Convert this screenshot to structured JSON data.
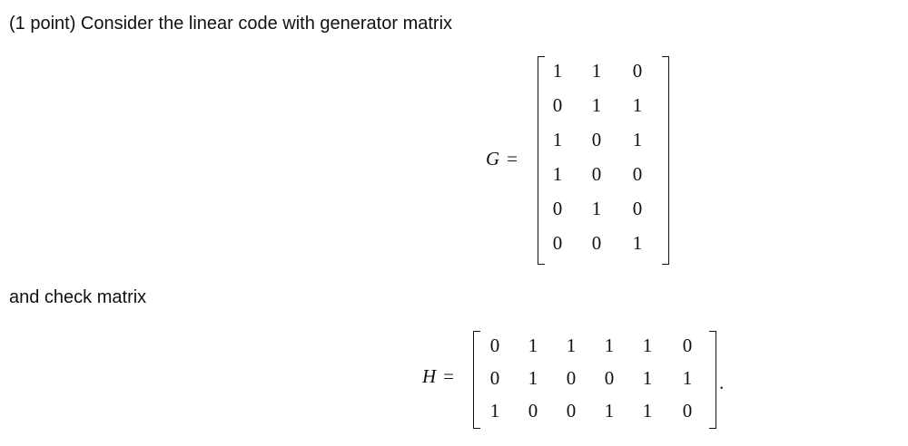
{
  "problem": {
    "intro": "(1 point) Consider the linear code with generator matrix",
    "between": "and check matrix"
  },
  "G": {
    "symbol": "G",
    "equals": "=",
    "rows": [
      [
        "1",
        "1",
        "0"
      ],
      [
        "0",
        "1",
        "1"
      ],
      [
        "1",
        "0",
        "1"
      ],
      [
        "1",
        "0",
        "0"
      ],
      [
        "0",
        "1",
        "0"
      ],
      [
        "0",
        "0",
        "1"
      ]
    ]
  },
  "H": {
    "symbol": "H",
    "equals": "=",
    "trailing": ".",
    "rows": [
      [
        "0",
        "1",
        "1",
        "1",
        "1",
        "0"
      ],
      [
        "0",
        "1",
        "0",
        "0",
        "1",
        "1"
      ],
      [
        "1",
        "0",
        "0",
        "1",
        "1",
        "0"
      ]
    ]
  }
}
